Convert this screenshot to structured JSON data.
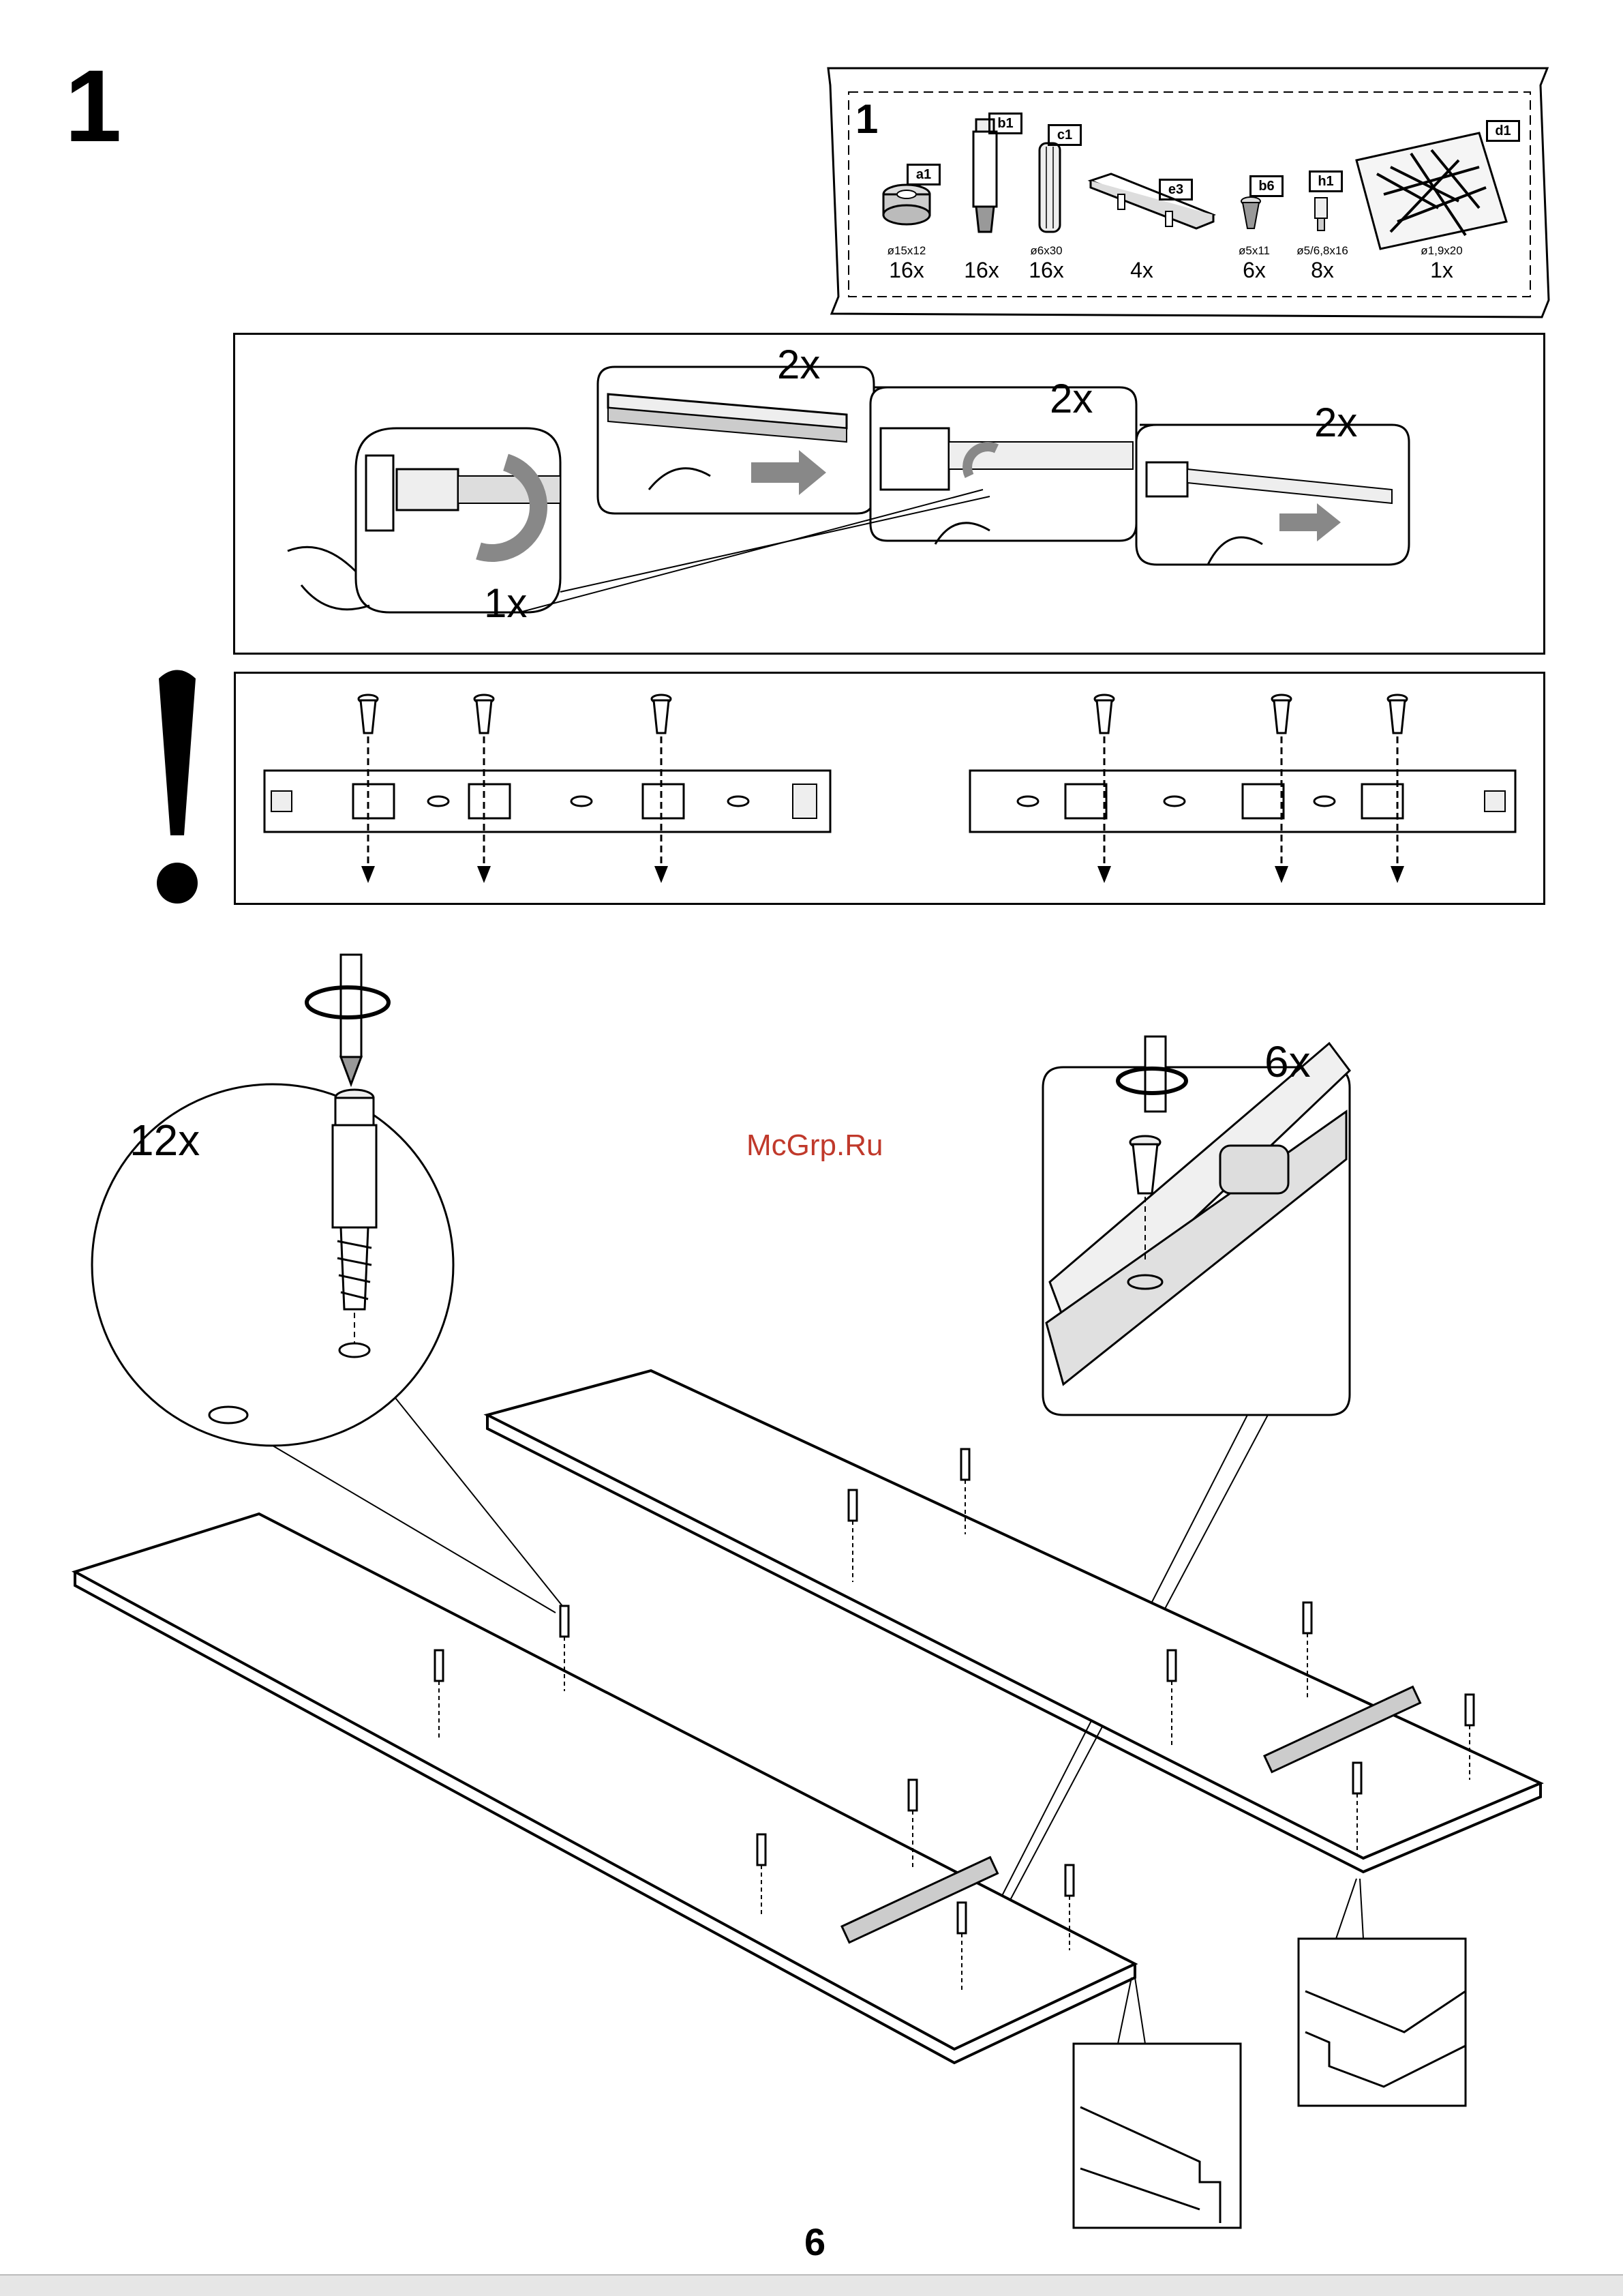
{
  "page": {
    "step_number": "1",
    "page_number": "6",
    "watermark": "McGrp.Ru"
  },
  "parts_box": {
    "step_label": "1",
    "parts": [
      {
        "code": "a1",
        "spec": "ø15x12",
        "qty": "16x",
        "icon": "cam-lock-icon"
      },
      {
        "code": "b1",
        "spec": "",
        "qty": "16x",
        "icon": "cam-dowel-icon"
      },
      {
        "code": "c1",
        "spec": "ø6x30",
        "qty": "16x",
        "icon": "wood-dowel-icon"
      },
      {
        "code": "e3",
        "spec": "",
        "qty": "4x",
        "icon": "runner-stop-icon"
      },
      {
        "code": "b6",
        "spec": "ø5x11",
        "qty": "6x",
        "icon": "screw-icon"
      },
      {
        "code": "h1",
        "spec": "ø5/6,8x16",
        "qty": "8x",
        "icon": "pin-icon"
      },
      {
        "code": "d1",
        "spec": "ø1,9x20",
        "qty": "1x",
        "icon": "nail-bag-icon"
      }
    ]
  },
  "rail_panel": {
    "callouts": [
      {
        "label": "1x"
      },
      {
        "label": "2x"
      },
      {
        "label": "2x"
      },
      {
        "label": "2x"
      }
    ]
  },
  "warning_panel": {
    "icon": "exclamation-icon"
  },
  "assembly": {
    "dowel_callout": "12x",
    "screw_callout": "6x"
  },
  "colors": {
    "ink": "#000000",
    "grey_arrow": "#888888",
    "watermark": "#c0392b"
  }
}
